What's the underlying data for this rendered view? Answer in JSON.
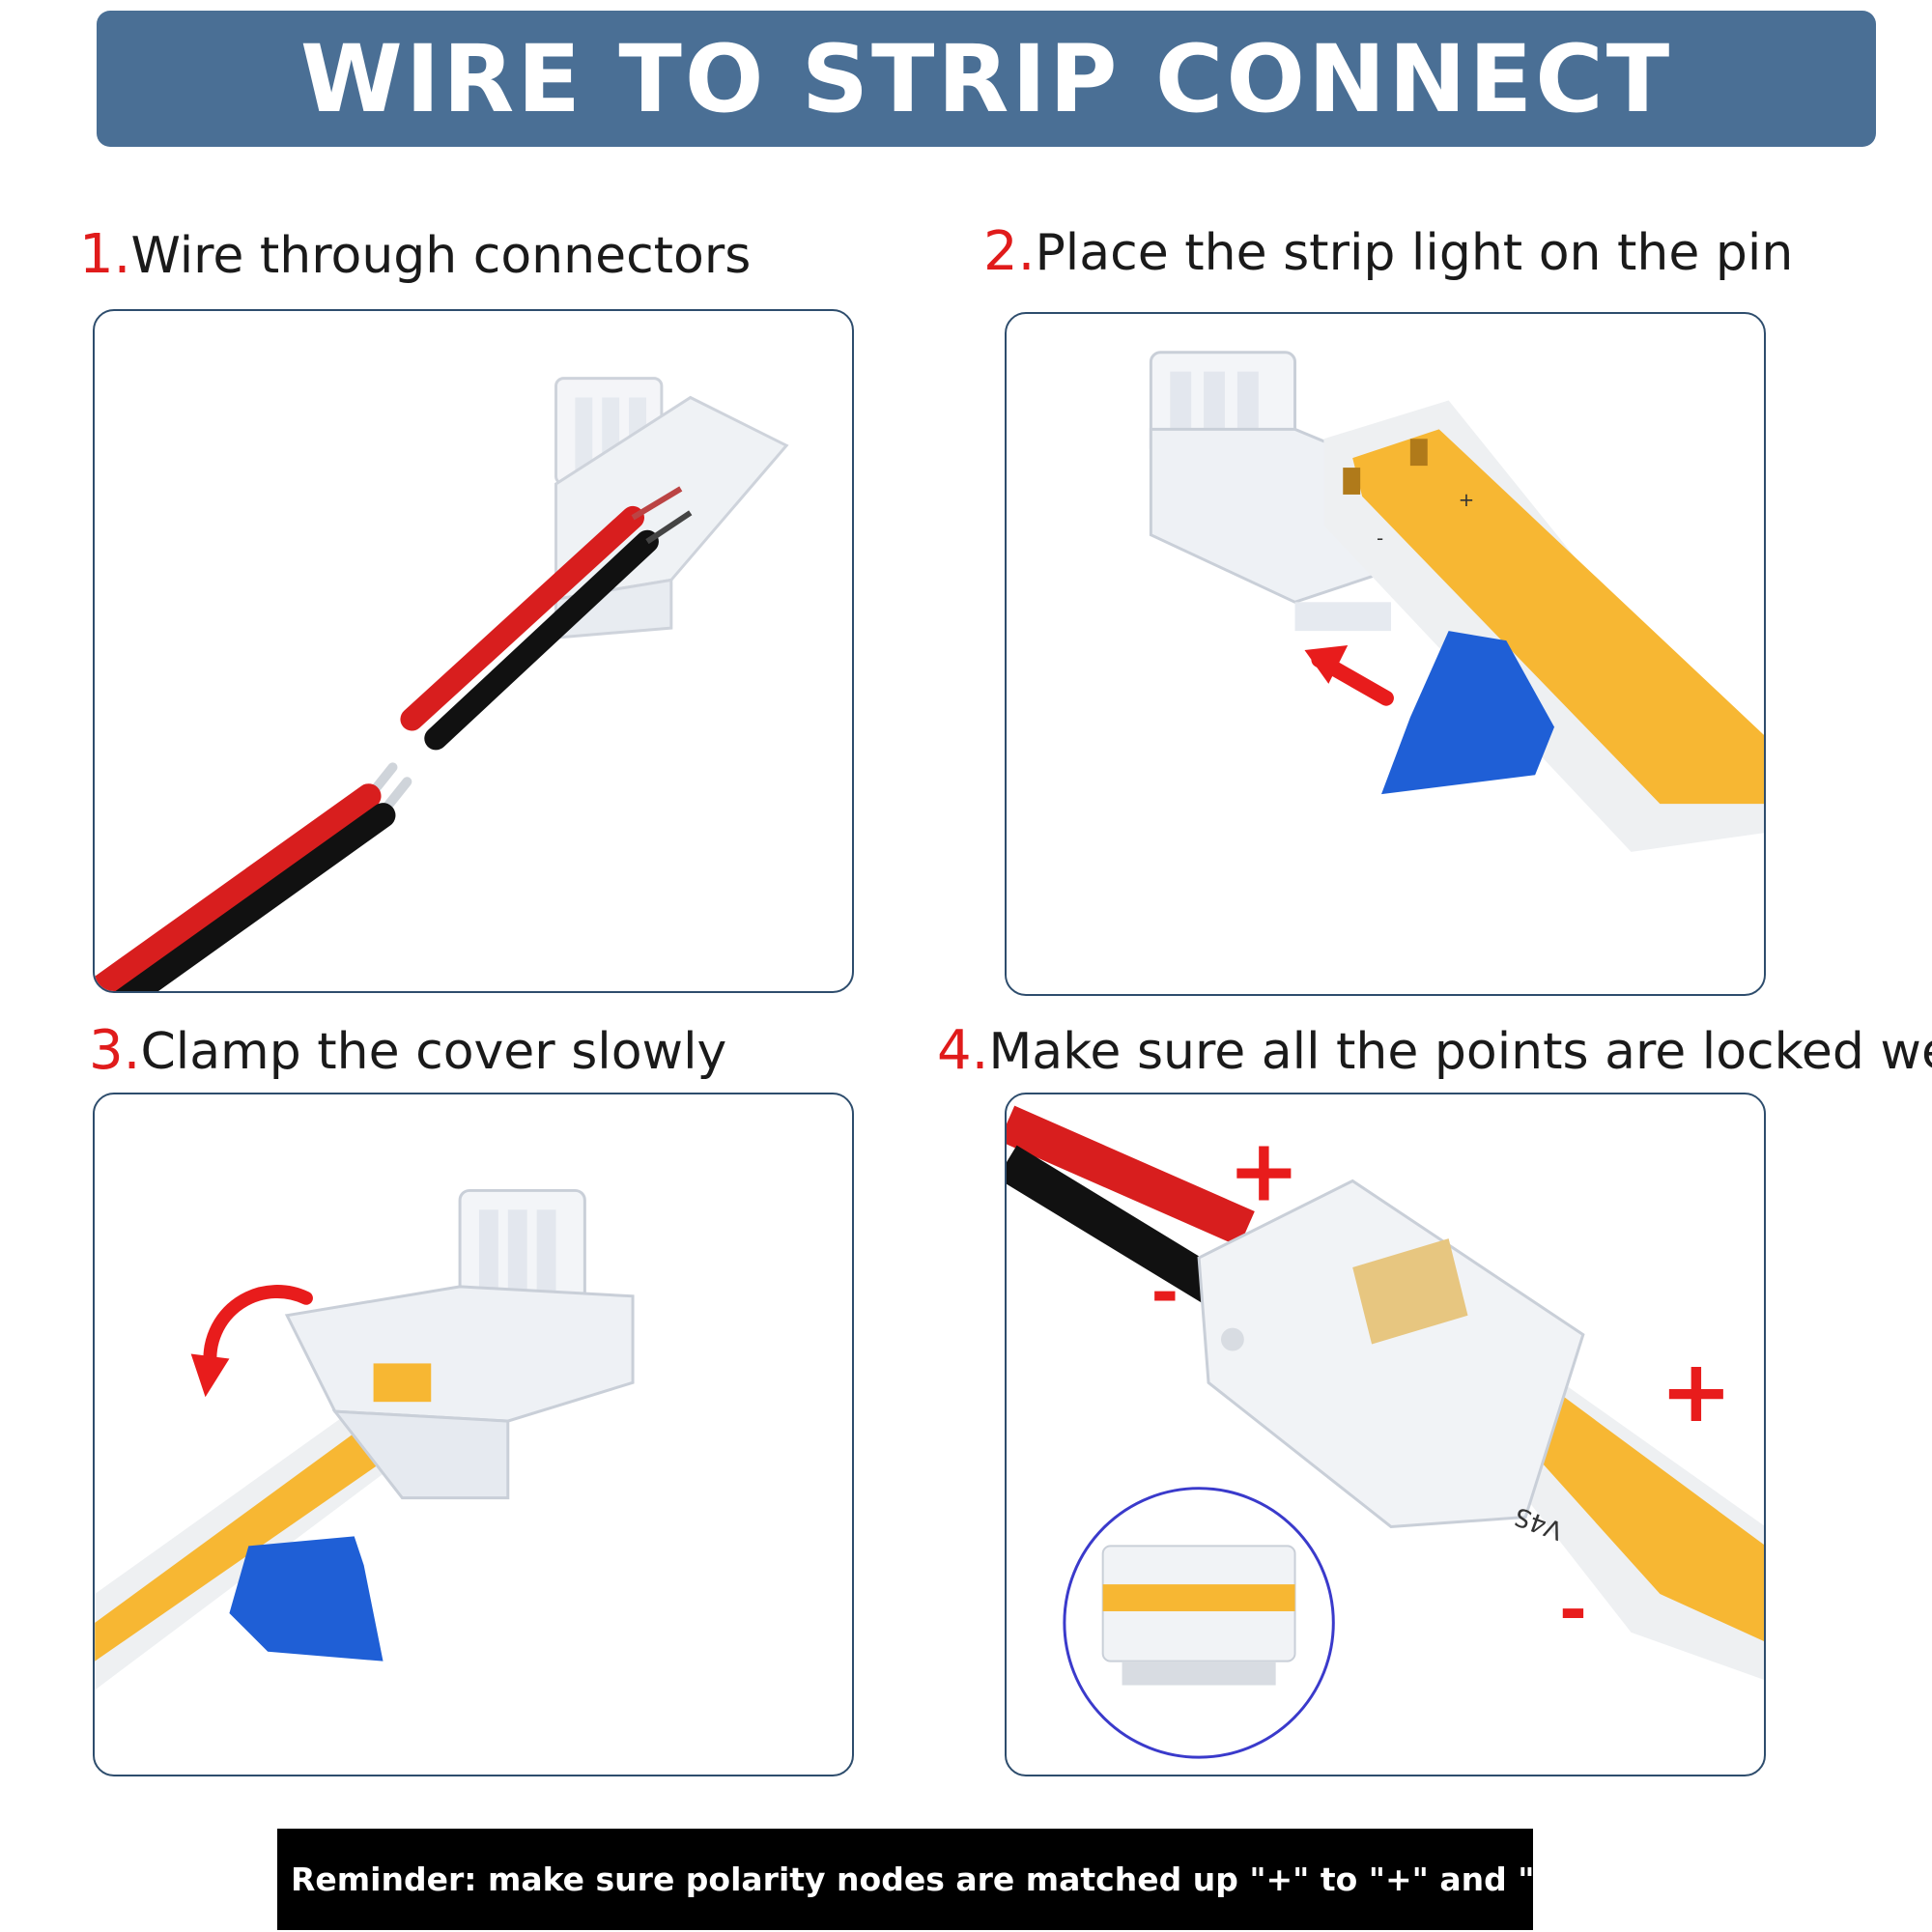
{
  "header": {
    "title": "WIRE TO STRIP CONNECT"
  },
  "steps": [
    {
      "number": "1.",
      "label": "Wire through connectors"
    },
    {
      "number": "2.",
      "label": "Place the strip light on the pin"
    },
    {
      "number": "3.",
      "label": "Clamp the cover slowly"
    },
    {
      "number": "4.",
      "label": "Make sure all the points are locked well"
    }
  ],
  "panel4": {
    "plus_mark": "+",
    "minus_mark": "-",
    "strip_print": "V4S"
  },
  "panel2": {
    "plus_mark": "+",
    "minus_mark": "-"
  },
  "reminder": {
    "text": "Reminder: make sure polarity nodes are matched up \"+\" to \"+\" and \"-\" to \"-\""
  },
  "colors": {
    "banner": "#4a6f95",
    "step_number": "#e01b1b",
    "panel_border": "#2e4d6d",
    "wire_red": "#d81e1e",
    "wire_black": "#111111",
    "cob_yellow": "#f7b733",
    "release_tape": "#1f5fd6",
    "arrow_red": "#e81c1c"
  }
}
